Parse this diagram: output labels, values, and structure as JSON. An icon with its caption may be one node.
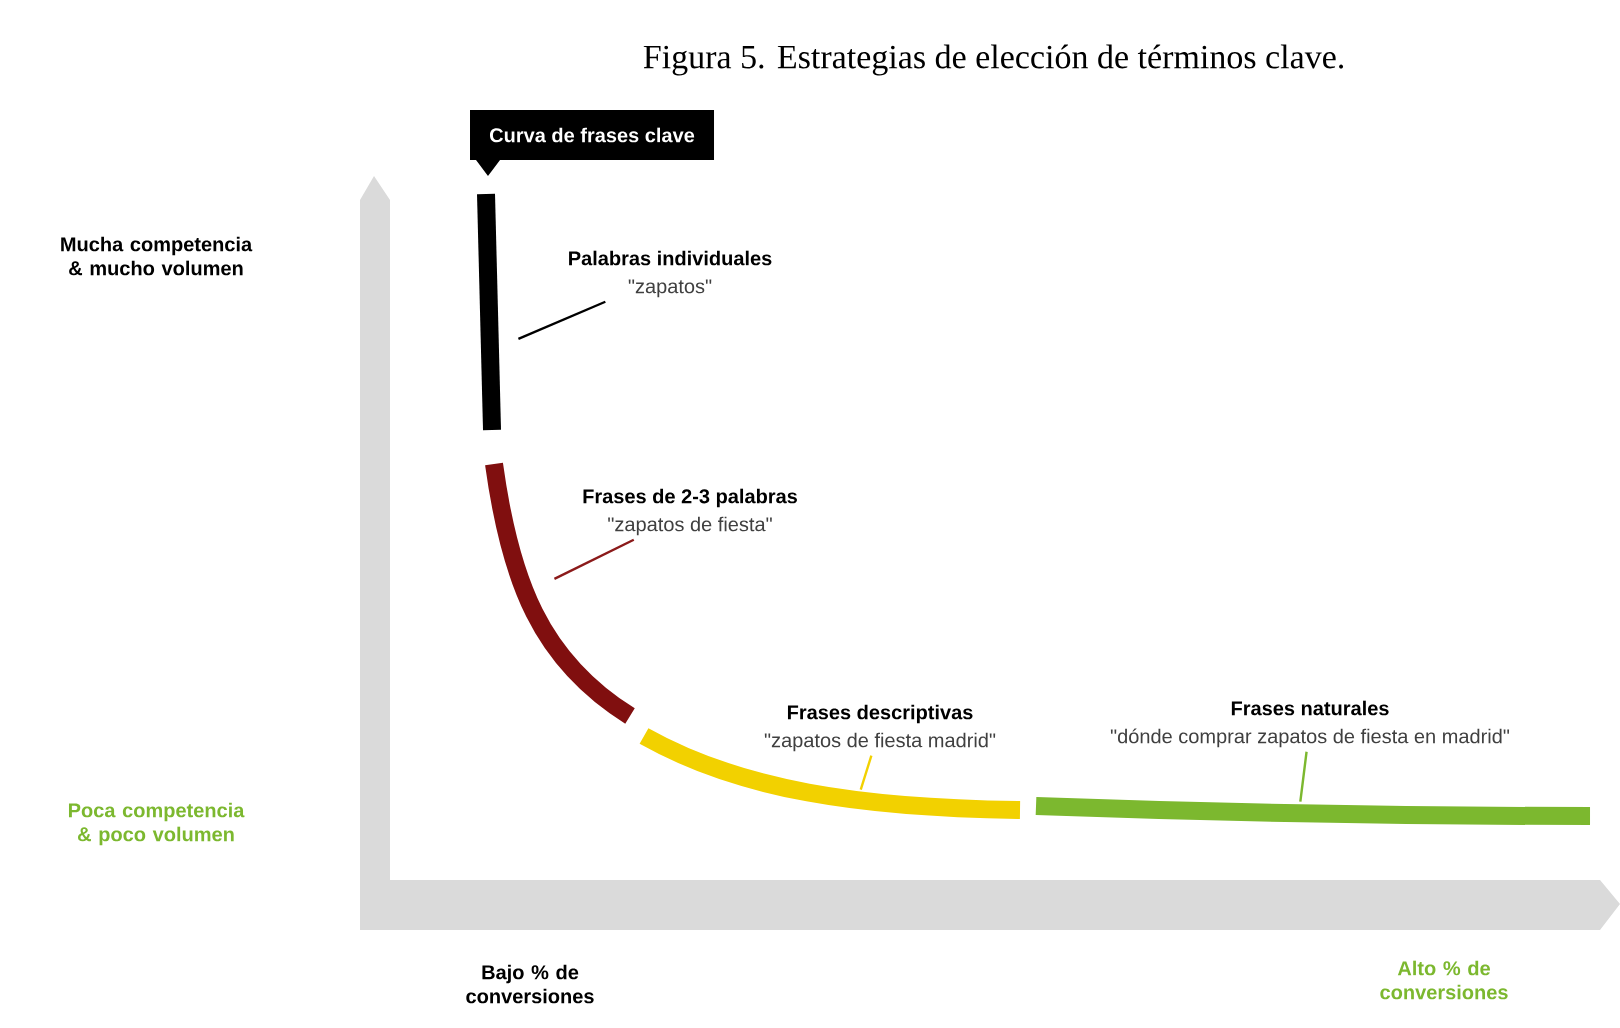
{
  "diagram": {
    "title": "Figura 5. Estrategias de elección de términos clave.",
    "nodes": [
      {
        "text": [
          "Curva de frases clave"
        ]
      },
      {
        "text": [
          "Palabras individuales",
          "\"zapatos\""
        ]
      },
      {
        "text": [
          "Frases de 2-3 palabras",
          "\"zapatos de fiesta\""
        ]
      },
      {
        "text": [
          "Frases descriptivas",
          "\"zapatos de fiesta madrid\""
        ]
      },
      {
        "text": [
          "Frases naturales",
          "\"dónde comprar zapatos de fiesta en madrid\""
        ]
      },
      {
        "text": [],
        "shape": "bar"
      },
      {
        "text": [],
        "shape": "bar"
      },
      {
        "text": [],
        "shape": "bar"
      },
      {
        "text": [],
        "shape": "bar"
      }
    ],
    "edges": [
      {
        "from": 1,
        "to": 5,
        "arrow": "none"
      },
      {
        "from": 2,
        "to": 6,
        "arrow": "none",
        "color": "#8b1a1a"
      },
      {
        "from": 3,
        "to": 7,
        "arrow": "none",
        "color": "#f2d100"
      },
      {
        "from": 4,
        "to": 8,
        "arrow": "none",
        "color": "#7cb82f"
      }
    ],
    "labels": [
      "Mucha competencia & mucho volumen",
      "Poca competencia & poco volumen",
      "Bajo % de conversiones",
      "Alto % de conversiones"
    ]
  }
}
